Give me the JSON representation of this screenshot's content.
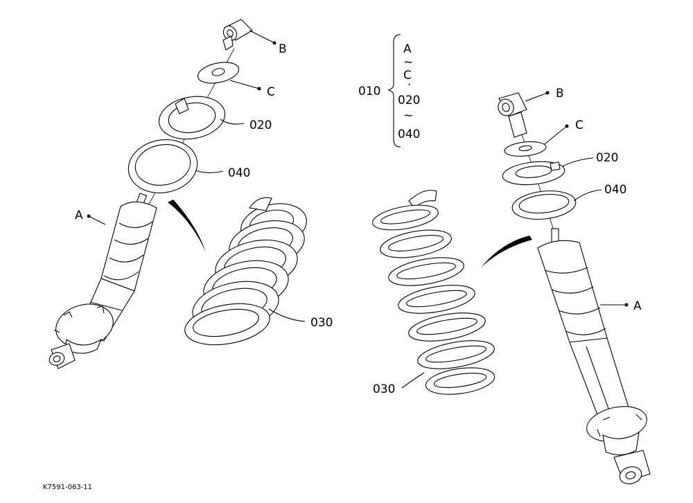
{
  "diagram": {
    "reference_code": "K7591-063-11",
    "left_assembly": {
      "labels": {
        "b": "B",
        "c": "C",
        "p020": "020",
        "p040": "040",
        "a": "A",
        "p030": "030"
      }
    },
    "right_assembly": {
      "labels": {
        "b": "B",
        "c": "C",
        "p020": "020",
        "p040": "040",
        "a": "A",
        "p030": "030"
      }
    },
    "bracket_group": {
      "parent": "010",
      "line1": "A",
      "tilde1": "~",
      "line2": "C",
      "dot": "·",
      "line3": "020",
      "tilde2": "~",
      "line4": "040"
    }
  }
}
